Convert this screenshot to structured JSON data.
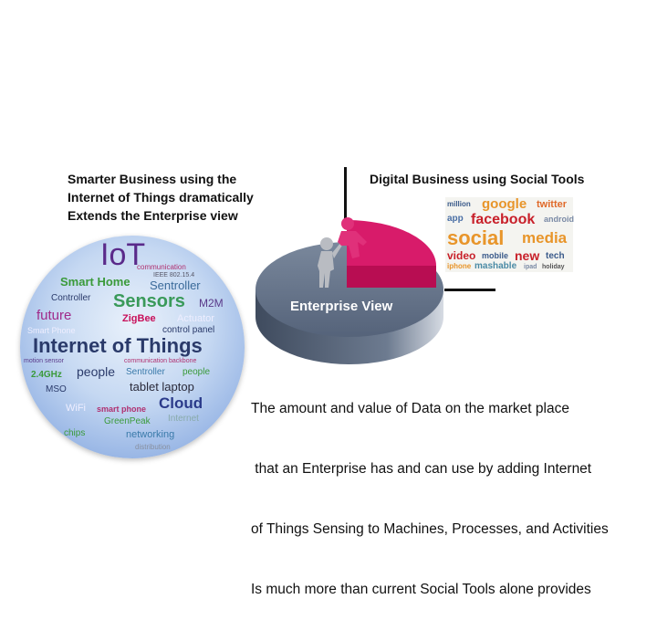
{
  "left_heading": [
    "Smarter Business using the",
    "Internet of Things dramatically",
    "Extends the Enterprise view"
  ],
  "right_heading": "Digital Business using Social Tools",
  "pie": {
    "label": "Enterprise View",
    "colors": {
      "base": "#5d6b80",
      "highlight": "#c8105a"
    }
  },
  "paragraph": [
    "The amount and value of Data on the market place",
    " that an Enterprise has and can use by adding Internet",
    "of Things Sensing to Machines, Processes, and Activities",
    "Is much more than current Social Tools alone provides"
  ],
  "iot_cloud": [
    "IoT",
    "communication",
    "IEEE 802.15.4",
    "Smart Home",
    "Sentroller",
    "Controller",
    "Sensors",
    "M2M",
    "future",
    "ZigBee",
    "Actuator",
    "Smart Phone",
    "control panel",
    "Internet of Things",
    "motion sensor",
    "communication backbone",
    "2.4GHz",
    "people",
    "Sentroller",
    "people",
    "MSO",
    "tablet laptop",
    "Cloud",
    "WiFi",
    "smart phone",
    "GreenPeak",
    "Internet",
    "chips",
    "networking",
    "distribution"
  ],
  "social_cloud": [
    "google",
    "twitter",
    "app",
    "facebook",
    "android",
    "media",
    "social",
    "mobile",
    "new",
    "million",
    "tech",
    "video",
    "iphone",
    "mashable",
    "ipad",
    "holiday"
  ]
}
